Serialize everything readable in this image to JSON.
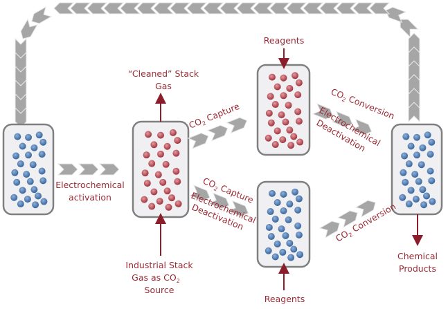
{
  "colors": {
    "text": "#9b2b35",
    "arrow_gray": "#a6a6a6",
    "vessel_border": "#7f7f7f",
    "vessel_fill": "#f0f0f2",
    "blue_particle": "#3f6fa8",
    "red_particle": "#a5343e"
  },
  "vessels": [
    {
      "id": "initial",
      "particle": "blue"
    },
    {
      "id": "capture",
      "particle": "red"
    },
    {
      "id": "conversion-top",
      "particle": "red"
    },
    {
      "id": "conversion-bottom",
      "particle": "blue"
    },
    {
      "id": "regenerated",
      "particle": "blue"
    }
  ],
  "labels": {
    "activation_1": "Electrochemical",
    "activation_2": "activation",
    "cleaned_1": "“Cleaned” Stack",
    "cleaned_2": "Gas",
    "source_1": "Industrial Stack",
    "source_2": "Gas as CO",
    "source_2_sub": "2",
    "source_3": "Source",
    "reagents_top": "Reagents",
    "reagents_bottom": "Reagents",
    "capture_top_co": "CO",
    "capture_top_sub": "2",
    "capture_top_rest": " Capture",
    "capture_bottom_co": "CO",
    "capture_bottom_sub": "2",
    "capture_bottom_rest": " Capture",
    "deact_bottom_1": "Electrochemical",
    "deact_bottom_2": "Deactivation",
    "conversion_top_co": "CO",
    "conversion_top_sub": "2",
    "conversion_top_rest": " Conversion",
    "deact_top_1": "Electrochemical",
    "deact_top_2": "Deactivation",
    "conversion_bottom_co": "CO",
    "conversion_bottom_sub": "2",
    "conversion_bottom_rest": " Conversion",
    "products_1": "Chemical",
    "products_2": "Products"
  }
}
